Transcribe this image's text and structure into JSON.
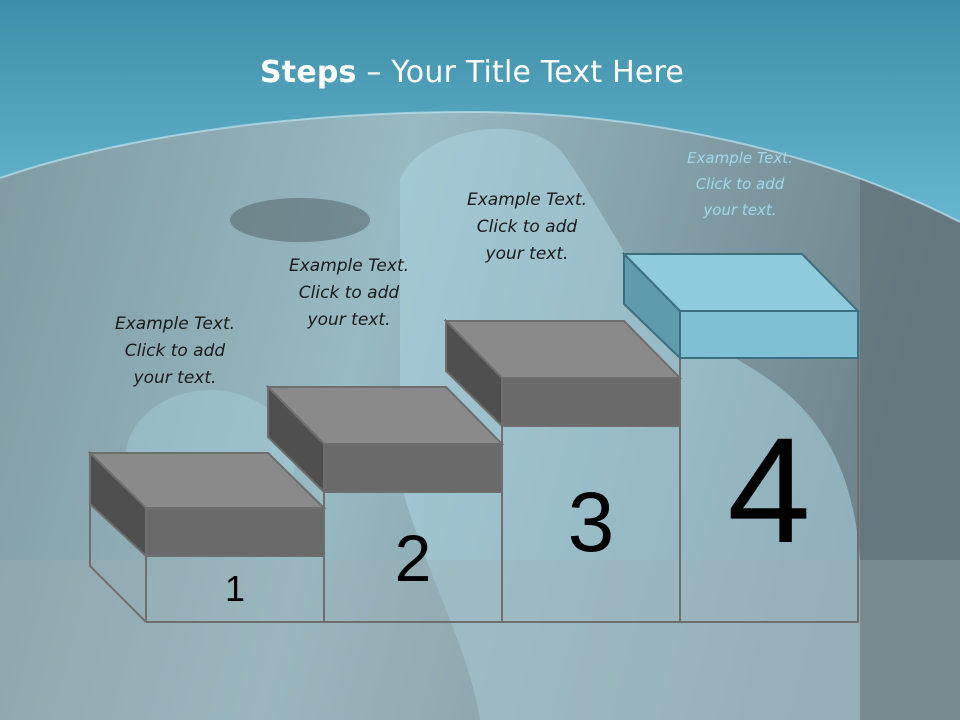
{
  "slide": {
    "title_bold": "Steps",
    "title_rest": " – Your Title Text Here",
    "steps": [
      {
        "number": "1",
        "text": "Example Text.\nClick  to add\nyour text."
      },
      {
        "number": "2",
        "text": "Example Text.\nClick  to add\nyour text."
      },
      {
        "number": "3",
        "text": "Example Text.\nClick  to add\nyour text."
      },
      {
        "number": "4",
        "text": "Example Text.\nClick  to add\nyour text."
      }
    ]
  },
  "colors": {
    "header_blue": "#4fa3bf",
    "block_gray": "#8a8a8a",
    "block_dark": "#5a5a5a",
    "block_highlight": "#8fcbdd",
    "outline": "#6e6e6e"
  }
}
